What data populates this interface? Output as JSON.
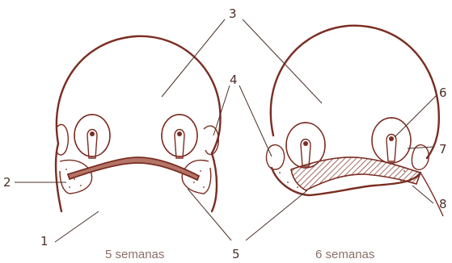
{
  "diagram": {
    "labels": {
      "n1": "1",
      "n2": "2",
      "n3": "3",
      "n4": "4",
      "n5": "5",
      "n6": "6",
      "n7": "7",
      "n8": "8"
    },
    "captions": {
      "left": "5 semanas",
      "right": "6 semanas"
    },
    "colors": {
      "outline": "#7a2d22",
      "fill": "#b47468",
      "label_text": "#4a3028",
      "caption_text": "#8a7068"
    }
  }
}
